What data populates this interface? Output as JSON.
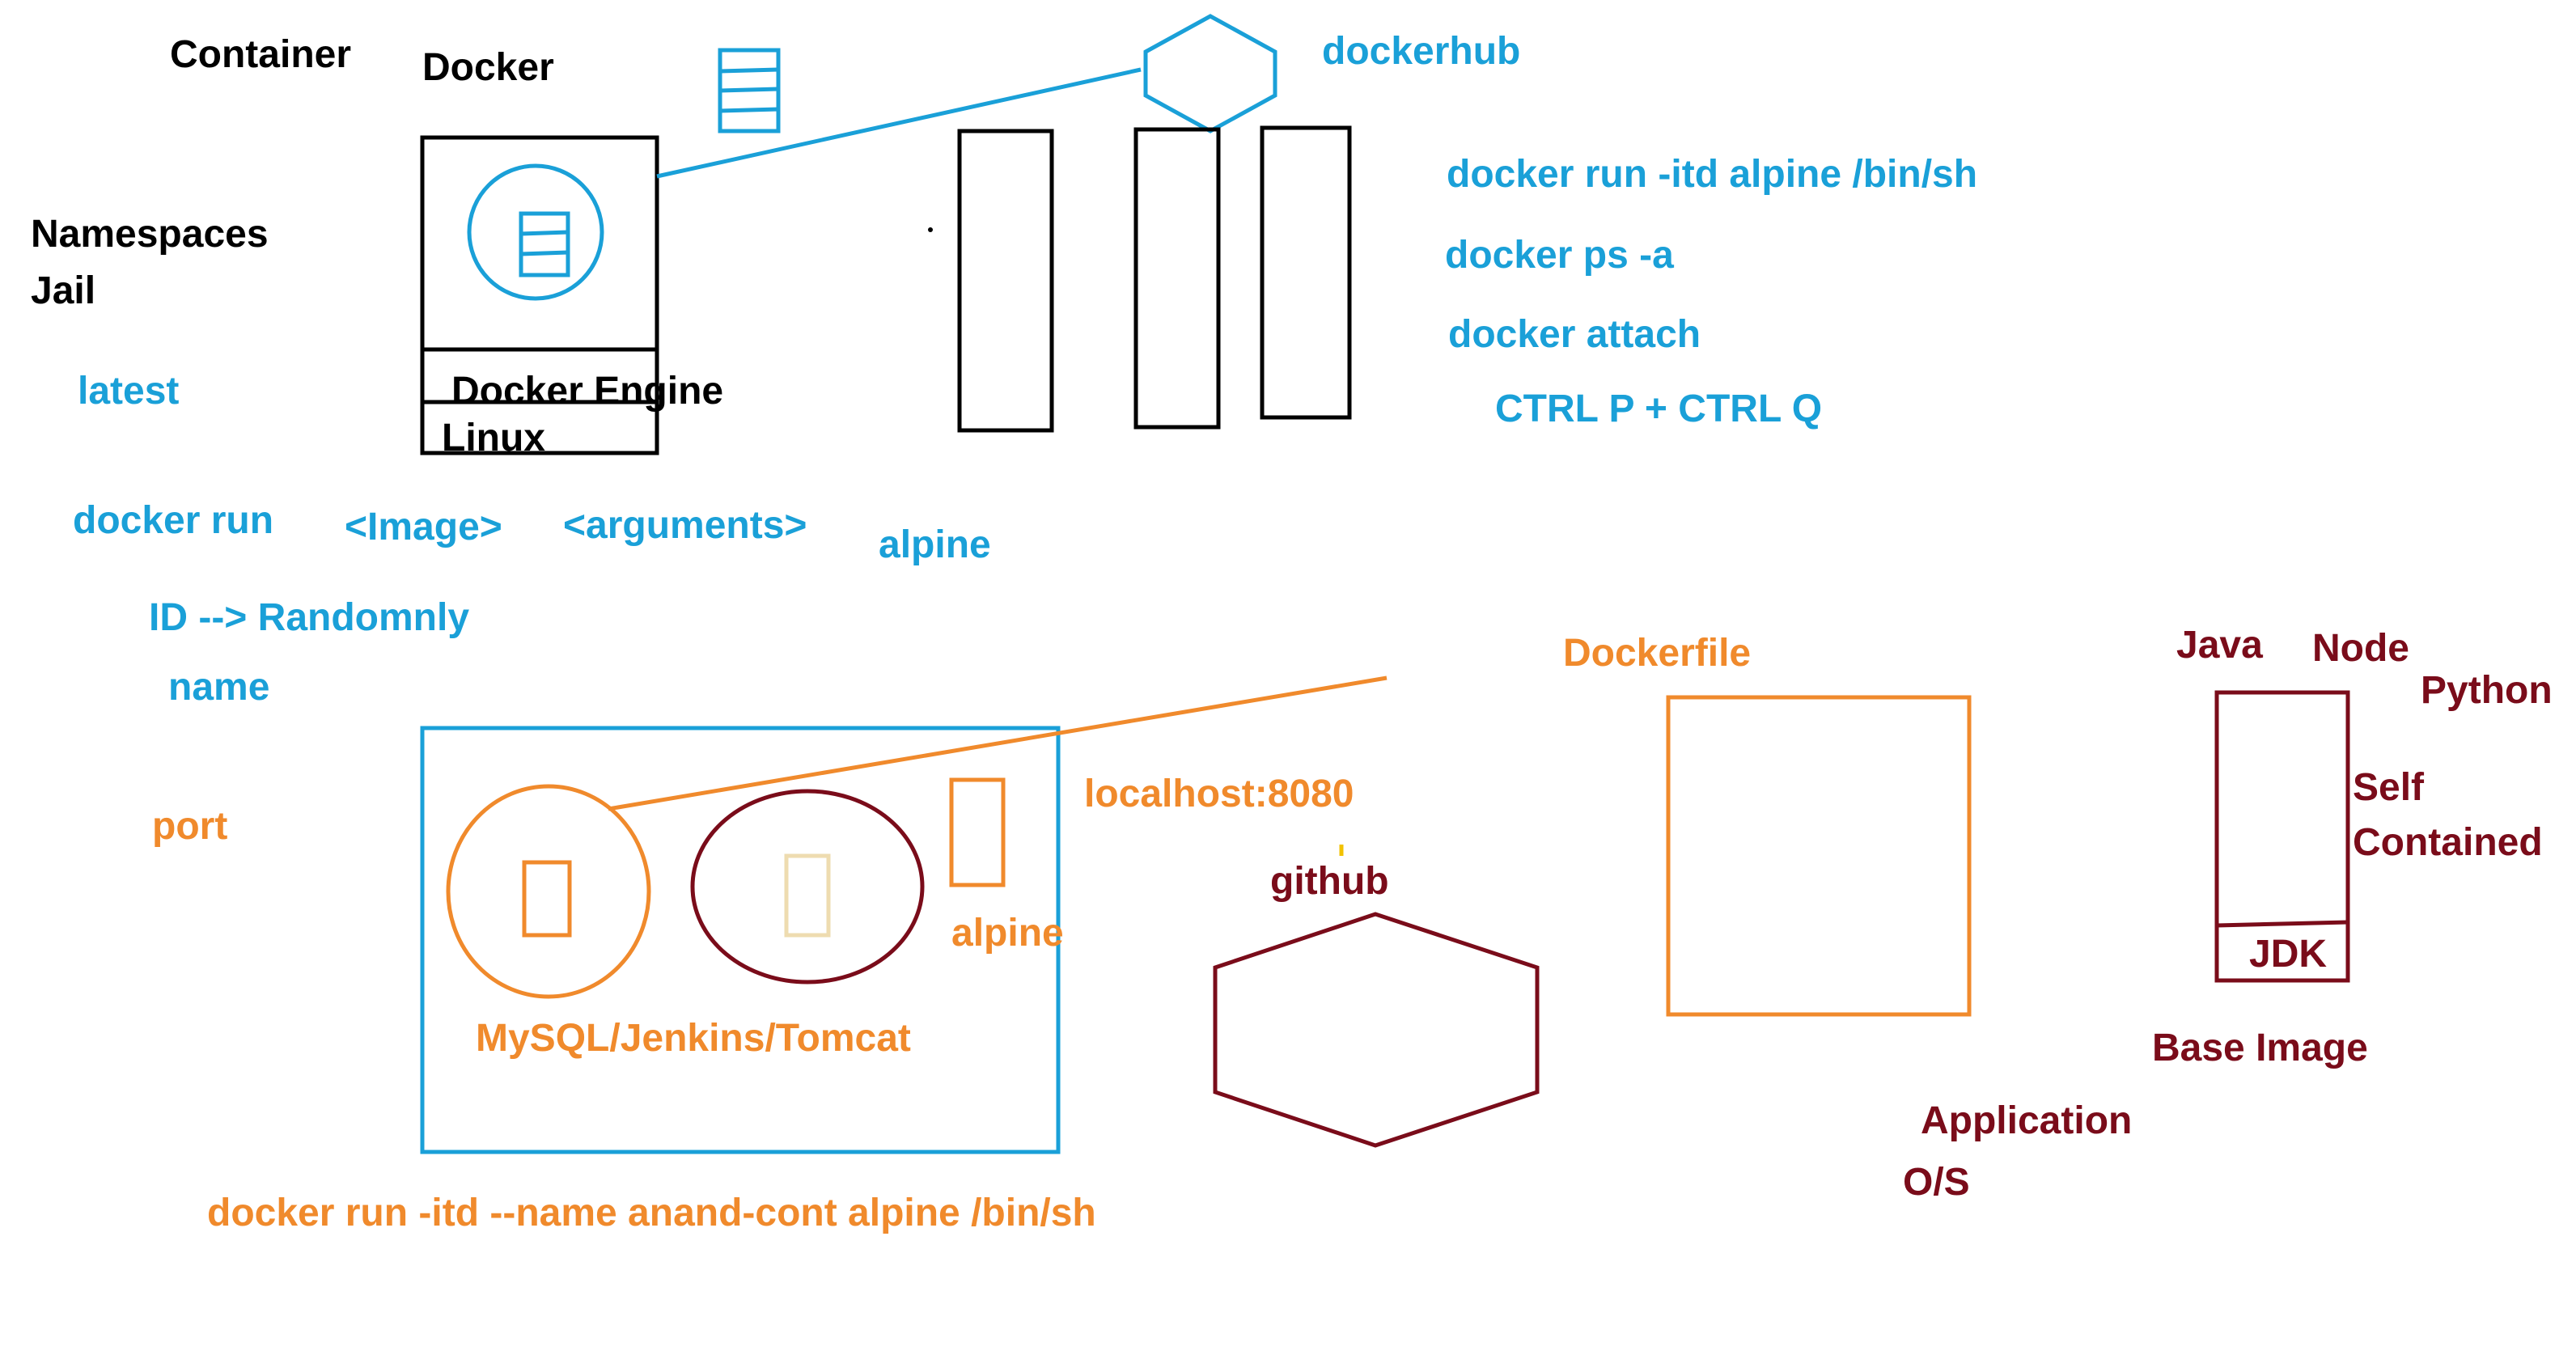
{
  "colors": {
    "black": "#000000",
    "blue": "#1aa0d8",
    "orange": "#f08a2c",
    "maroon": "#7a0c1a",
    "beige": "#eedcb0",
    "yellow": "#f2c200"
  },
  "left_notes": {
    "container": "Container",
    "docker": "Docker",
    "namespaces": "Namespaces",
    "jail": "Jail",
    "latest": "latest",
    "docker_run": "docker run",
    "image_arg": "<Image>",
    "arguments_arg": "<arguments>",
    "alpine": "alpine",
    "id_random": "ID --> Randomnly",
    "name": "name",
    "port": "port"
  },
  "host_stack": {
    "engine": "Docker Engine",
    "os": "Linux"
  },
  "registry": {
    "label": "dockerhub"
  },
  "commands": {
    "run": "docker run -itd alpine /bin/sh",
    "ps": "docker ps -a",
    "attach": "docker attach",
    "detach_keys": "CTRL P + CTRL Q"
  },
  "app_host": {
    "container_label": "alpine",
    "services": "MySQL/Jenkins/Tomcat",
    "localhost": "localhost:8080",
    "named_run": "docker run -itd --name anand-cont alpine /bin/sh"
  },
  "github": {
    "label": "github"
  },
  "dockerfile": {
    "label": "Dockerfile",
    "application": "Application",
    "os": "O/S"
  },
  "base_image": {
    "java": "Java",
    "node": "Node",
    "python": "Python",
    "self": "Self",
    "contained": "Contained",
    "jdk": "JDK",
    "label": "Base Image"
  }
}
